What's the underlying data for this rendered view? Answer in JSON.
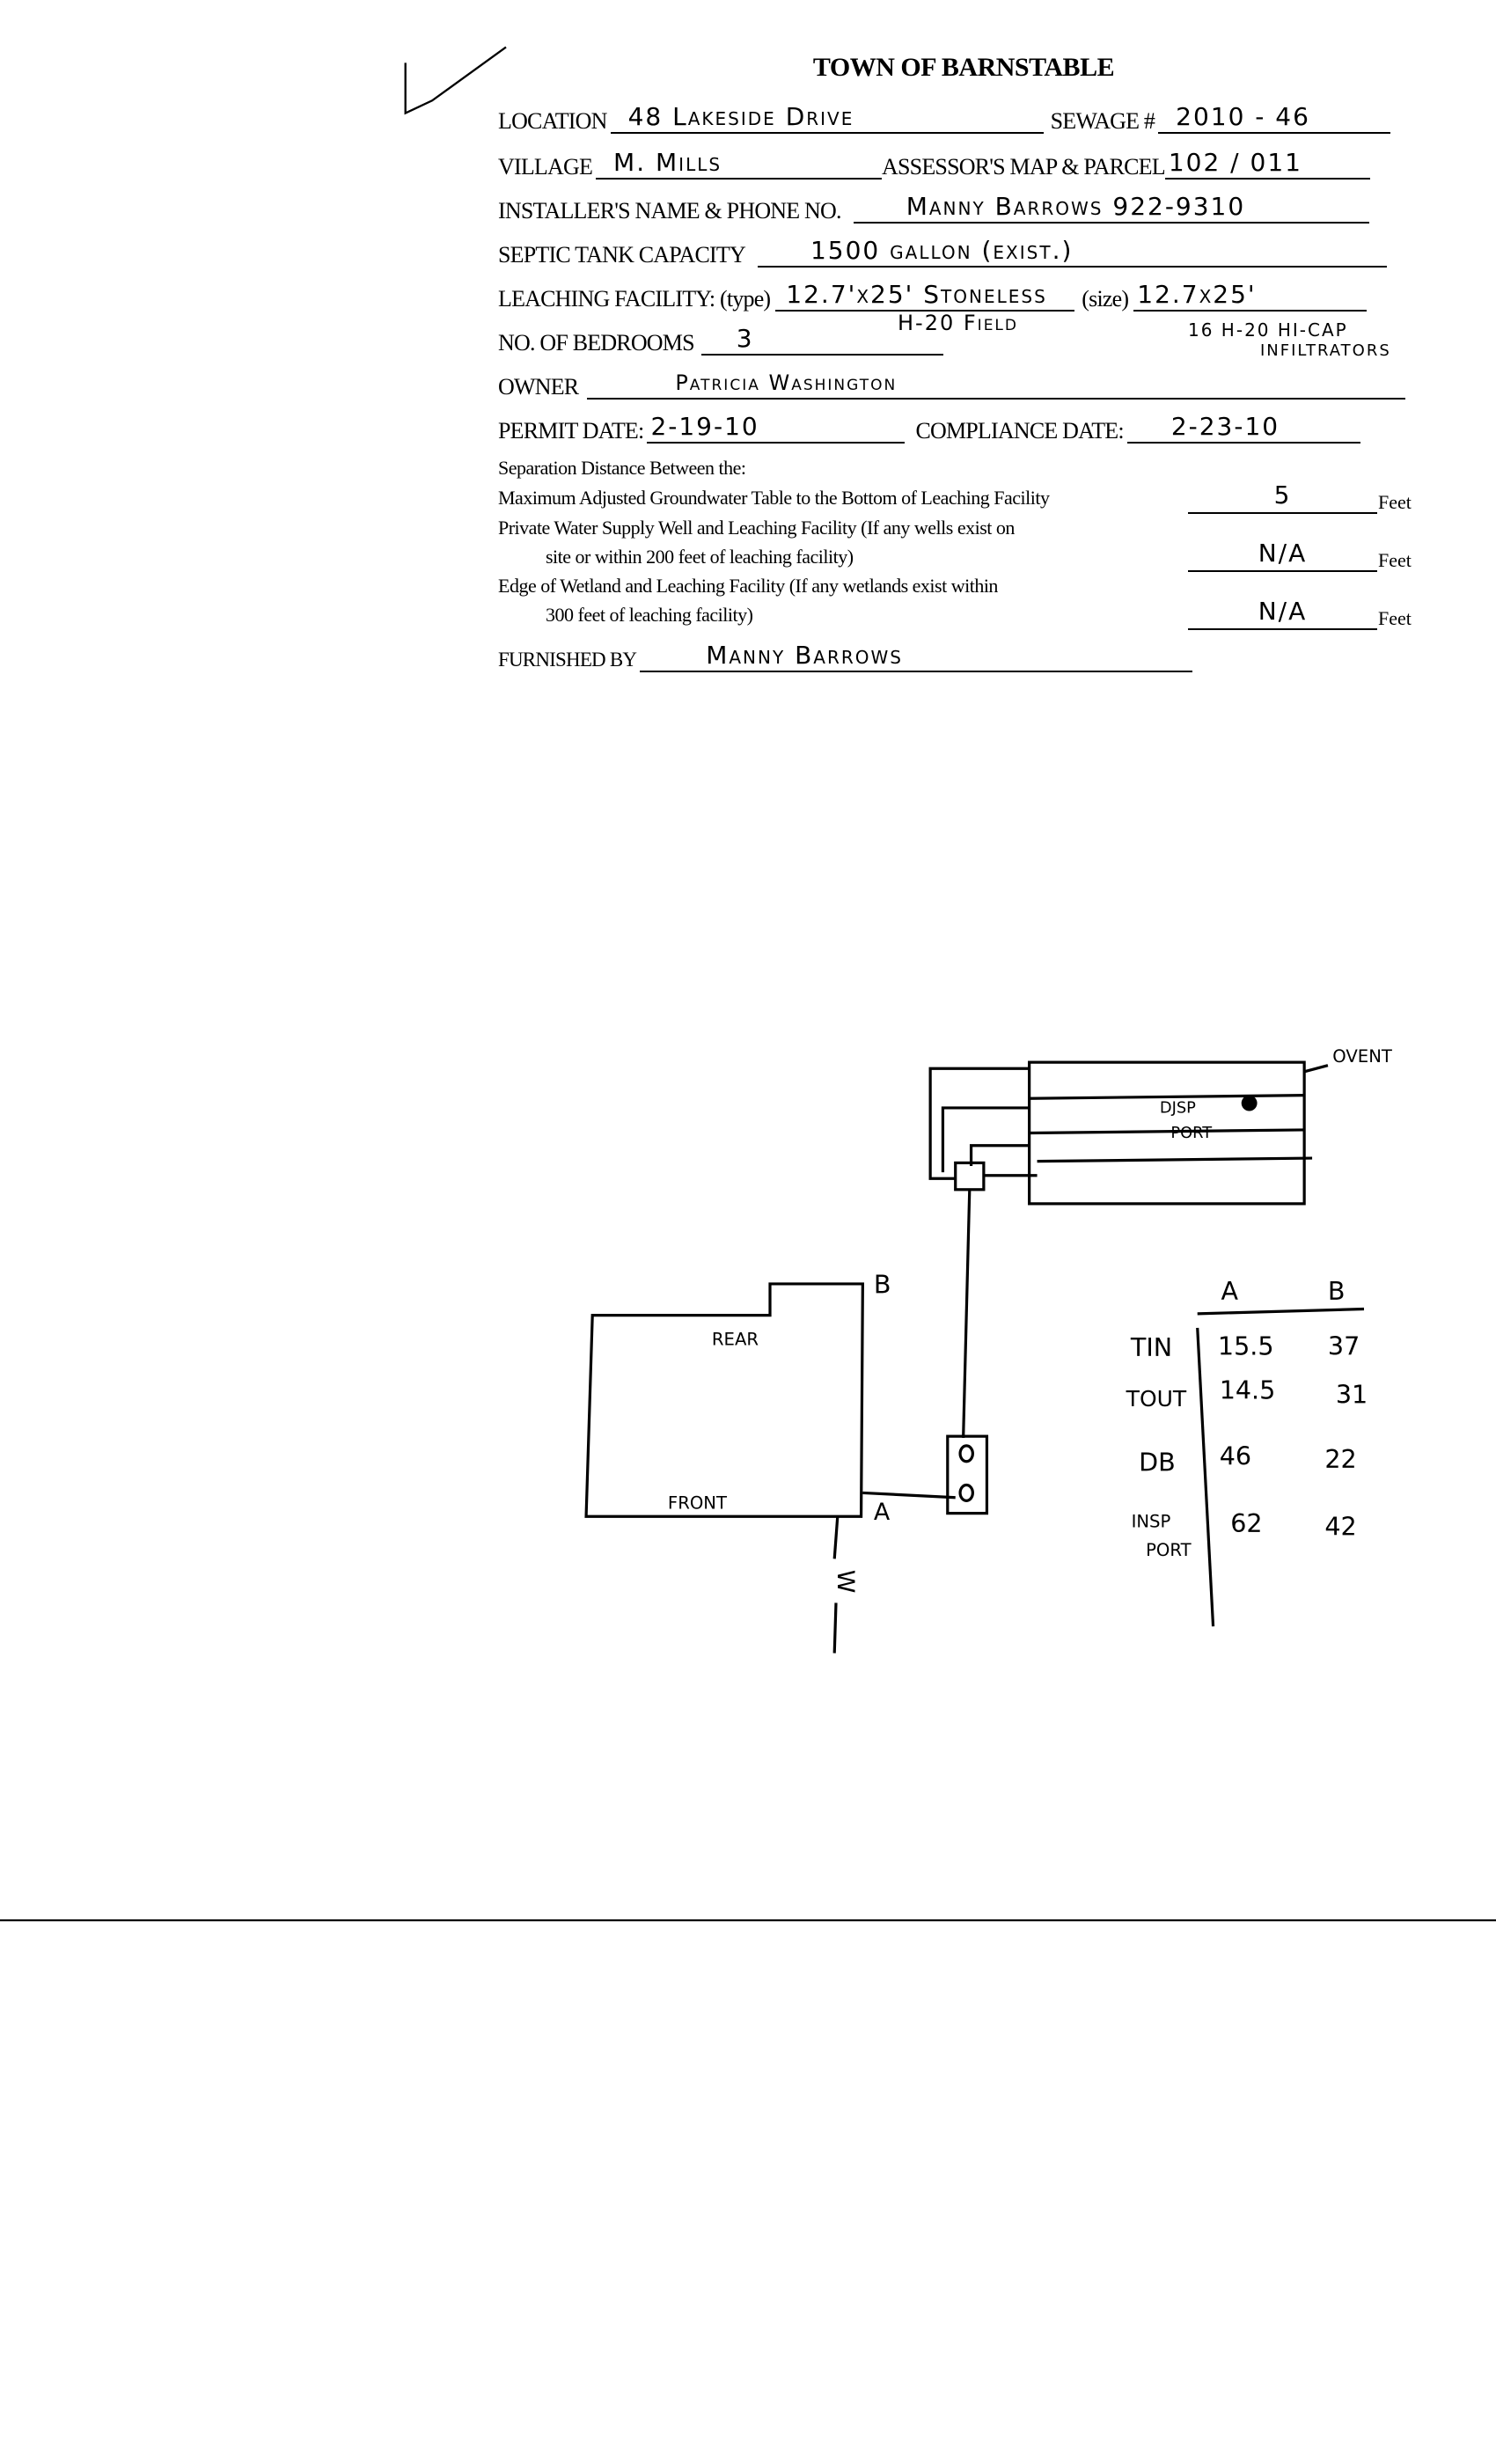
{
  "title": "TOWN OF BARNSTABLE",
  "fields": {
    "location": {
      "label": "LOCATION",
      "value": "48 Lakeside Drive"
    },
    "sewage": {
      "label": "SEWAGE #",
      "value": "2010 - 46"
    },
    "village": {
      "label": "VILLAGE",
      "value": "M. Mills"
    },
    "parcel": {
      "label": "ASSESSOR'S MAP & PARCEL",
      "value": "102 / 011"
    },
    "installer": {
      "label": "INSTALLER'S NAME & PHONE NO.",
      "value": "Manny Barrows   922-9310"
    },
    "septic": {
      "label": "SEPTIC TANK CAPACITY",
      "value": "1500 gallon (exist.)"
    },
    "leaching": {
      "label": "LEACHING FACILITY: (type)",
      "value": "12.7'x25' Stoneless",
      "size_label": "(size)",
      "size_value": "12.7x25'"
    },
    "bedrooms": {
      "label": "NO. OF BEDROOMS",
      "value": "3",
      "note1": "H-20 Field",
      "note2": "16 H-20 HI-CAP",
      "note3": "INFILTRATORS"
    },
    "owner": {
      "label": "OWNER",
      "value": "Patricia Washington"
    },
    "permit": {
      "label": "PERMIT DATE:",
      "value": "2-19-10"
    },
    "compliance": {
      "label": "COMPLIANCE DATE:",
      "value": "2-23-10"
    }
  },
  "separation": {
    "heading": "Separation Distance Between the:",
    "items": [
      {
        "line1": "Maximum Adjusted Groundwater Table to the Bottom of Leaching Facility",
        "line2": "",
        "value": "5",
        "unit": "Feet"
      },
      {
        "line1": "Private Water Supply Well and Leaching Facility (If any wells exist on",
        "line2": "site or within 200 feet of leaching facility)",
        "value": "N/A",
        "unit": "Feet"
      },
      {
        "line1": "Edge of Wetland and Leaching Facility (If any wetlands exist within",
        "line2": "300 feet of leaching facility)",
        "value": "N/A",
        "unit": "Feet"
      }
    ]
  },
  "furnished": {
    "label": "FURNISHED BY",
    "value": "Manny Barrows"
  },
  "diagram": {
    "vent": "OVENT",
    "dist": "DJSP",
    "port": "PORT",
    "corner_b": "B",
    "corner_a": "A",
    "rear": "REAR",
    "front": "FRONT",
    "well": "W",
    "table": {
      "columns": [
        "A",
        "B"
      ],
      "rows": [
        {
          "label": "TIN",
          "a": "15.5",
          "b": "37"
        },
        {
          "label": "TOUT",
          "a": "14.5",
          "b": "31"
        },
        {
          "label": "DB",
          "a": "46",
          "b": "22"
        },
        {
          "label": "INSP",
          "label2": "PORT",
          "a": "62",
          "b": "42"
        }
      ]
    }
  }
}
